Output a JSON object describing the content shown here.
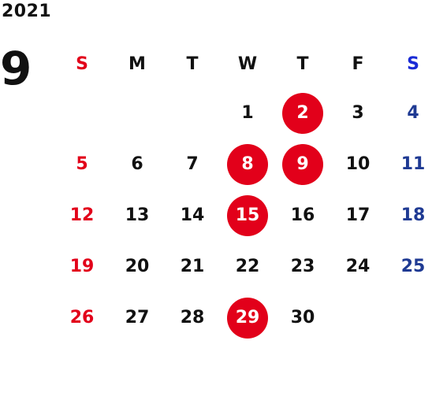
{
  "year": "2021",
  "month": "9",
  "weekdays": [
    "S",
    "M",
    "T",
    "W",
    "T",
    "F",
    "S"
  ],
  "accent": "#e2001a",
  "saturday_color": "#1f3a93",
  "header_saturday_color": "#1a2bd6",
  "days": [
    "",
    "",
    "",
    "1",
    "2",
    "3",
    "4",
    "5",
    "6",
    "7",
    "8",
    "9",
    "10",
    "11",
    "12",
    "13",
    "14",
    "15",
    "16",
    "17",
    "18",
    "19",
    "20",
    "21",
    "22",
    "23",
    "24",
    "25",
    "26",
    "27",
    "28",
    "29",
    "30",
    "",
    ""
  ],
  "highlighted_days": [
    "2",
    "8",
    "9",
    "15",
    "29"
  ]
}
